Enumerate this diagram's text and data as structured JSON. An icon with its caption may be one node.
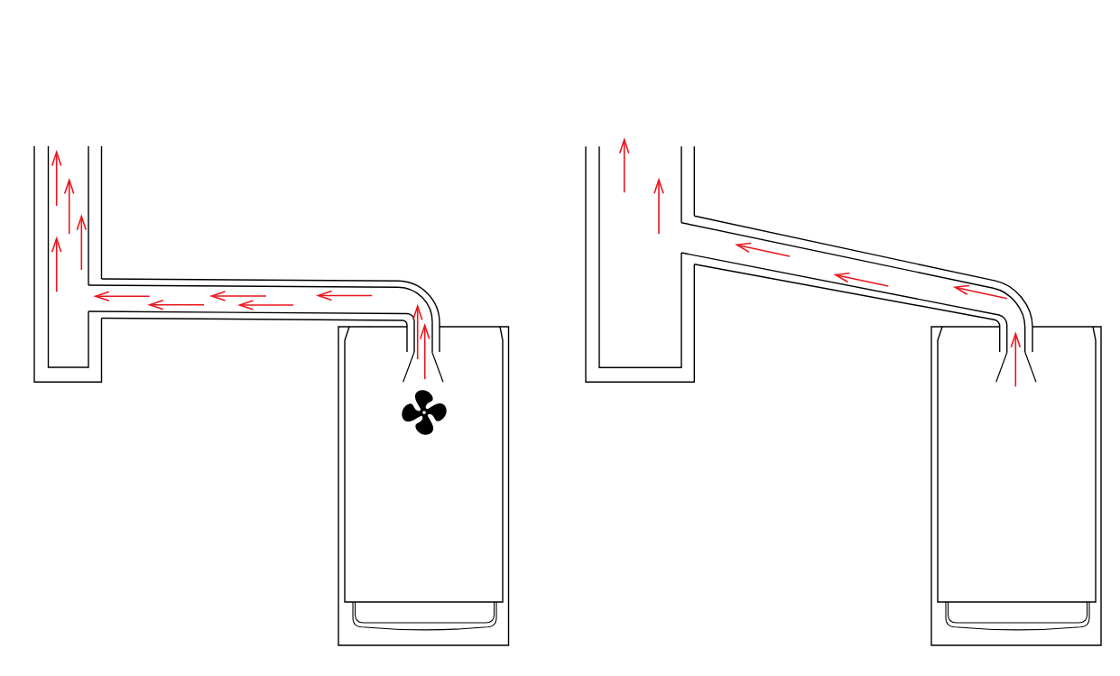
{
  "diagram": {
    "nodes": [
      {
        "text": [],
        "shape": "pipe"
      },
      {
        "text": [],
        "shape": "picture"
      },
      {
        "text": [],
        "shape": "picture",
        "in": 1
      },
      {
        "text": [],
        "shape": "pipe"
      },
      {
        "text": [],
        "shape": "picture"
      }
    ],
    "edges": [
      {
        "from": 1,
        "to": 0,
        "arrow": "none"
      },
      {
        "from": 4,
        "to": 3,
        "arrow": "none"
      }
    ]
  }
}
